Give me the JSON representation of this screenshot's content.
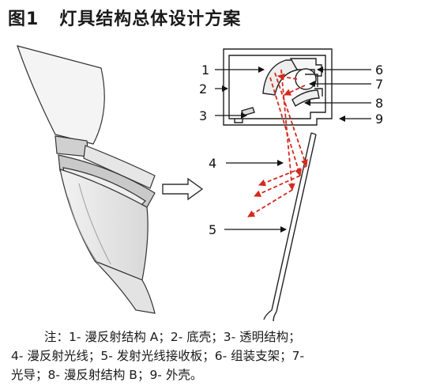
{
  "figure": {
    "title": "图1   灯具结构总体设计方案",
    "labels": [
      "1",
      "2",
      "3",
      "4",
      "5",
      "6",
      "7",
      "8",
      "9"
    ],
    "note_lines": [
      "注：1- 漫反射结构 A；2- 底壳；3- 透明结构；",
      "4- 漫反射光线；5- 发射光线接收板；6- 组装支架；7-",
      "光导；8- 漫反射结构 B；9- 外壳。"
    ]
  },
  "colors": {
    "ray": "#d42a1e",
    "line": "#222222"
  }
}
